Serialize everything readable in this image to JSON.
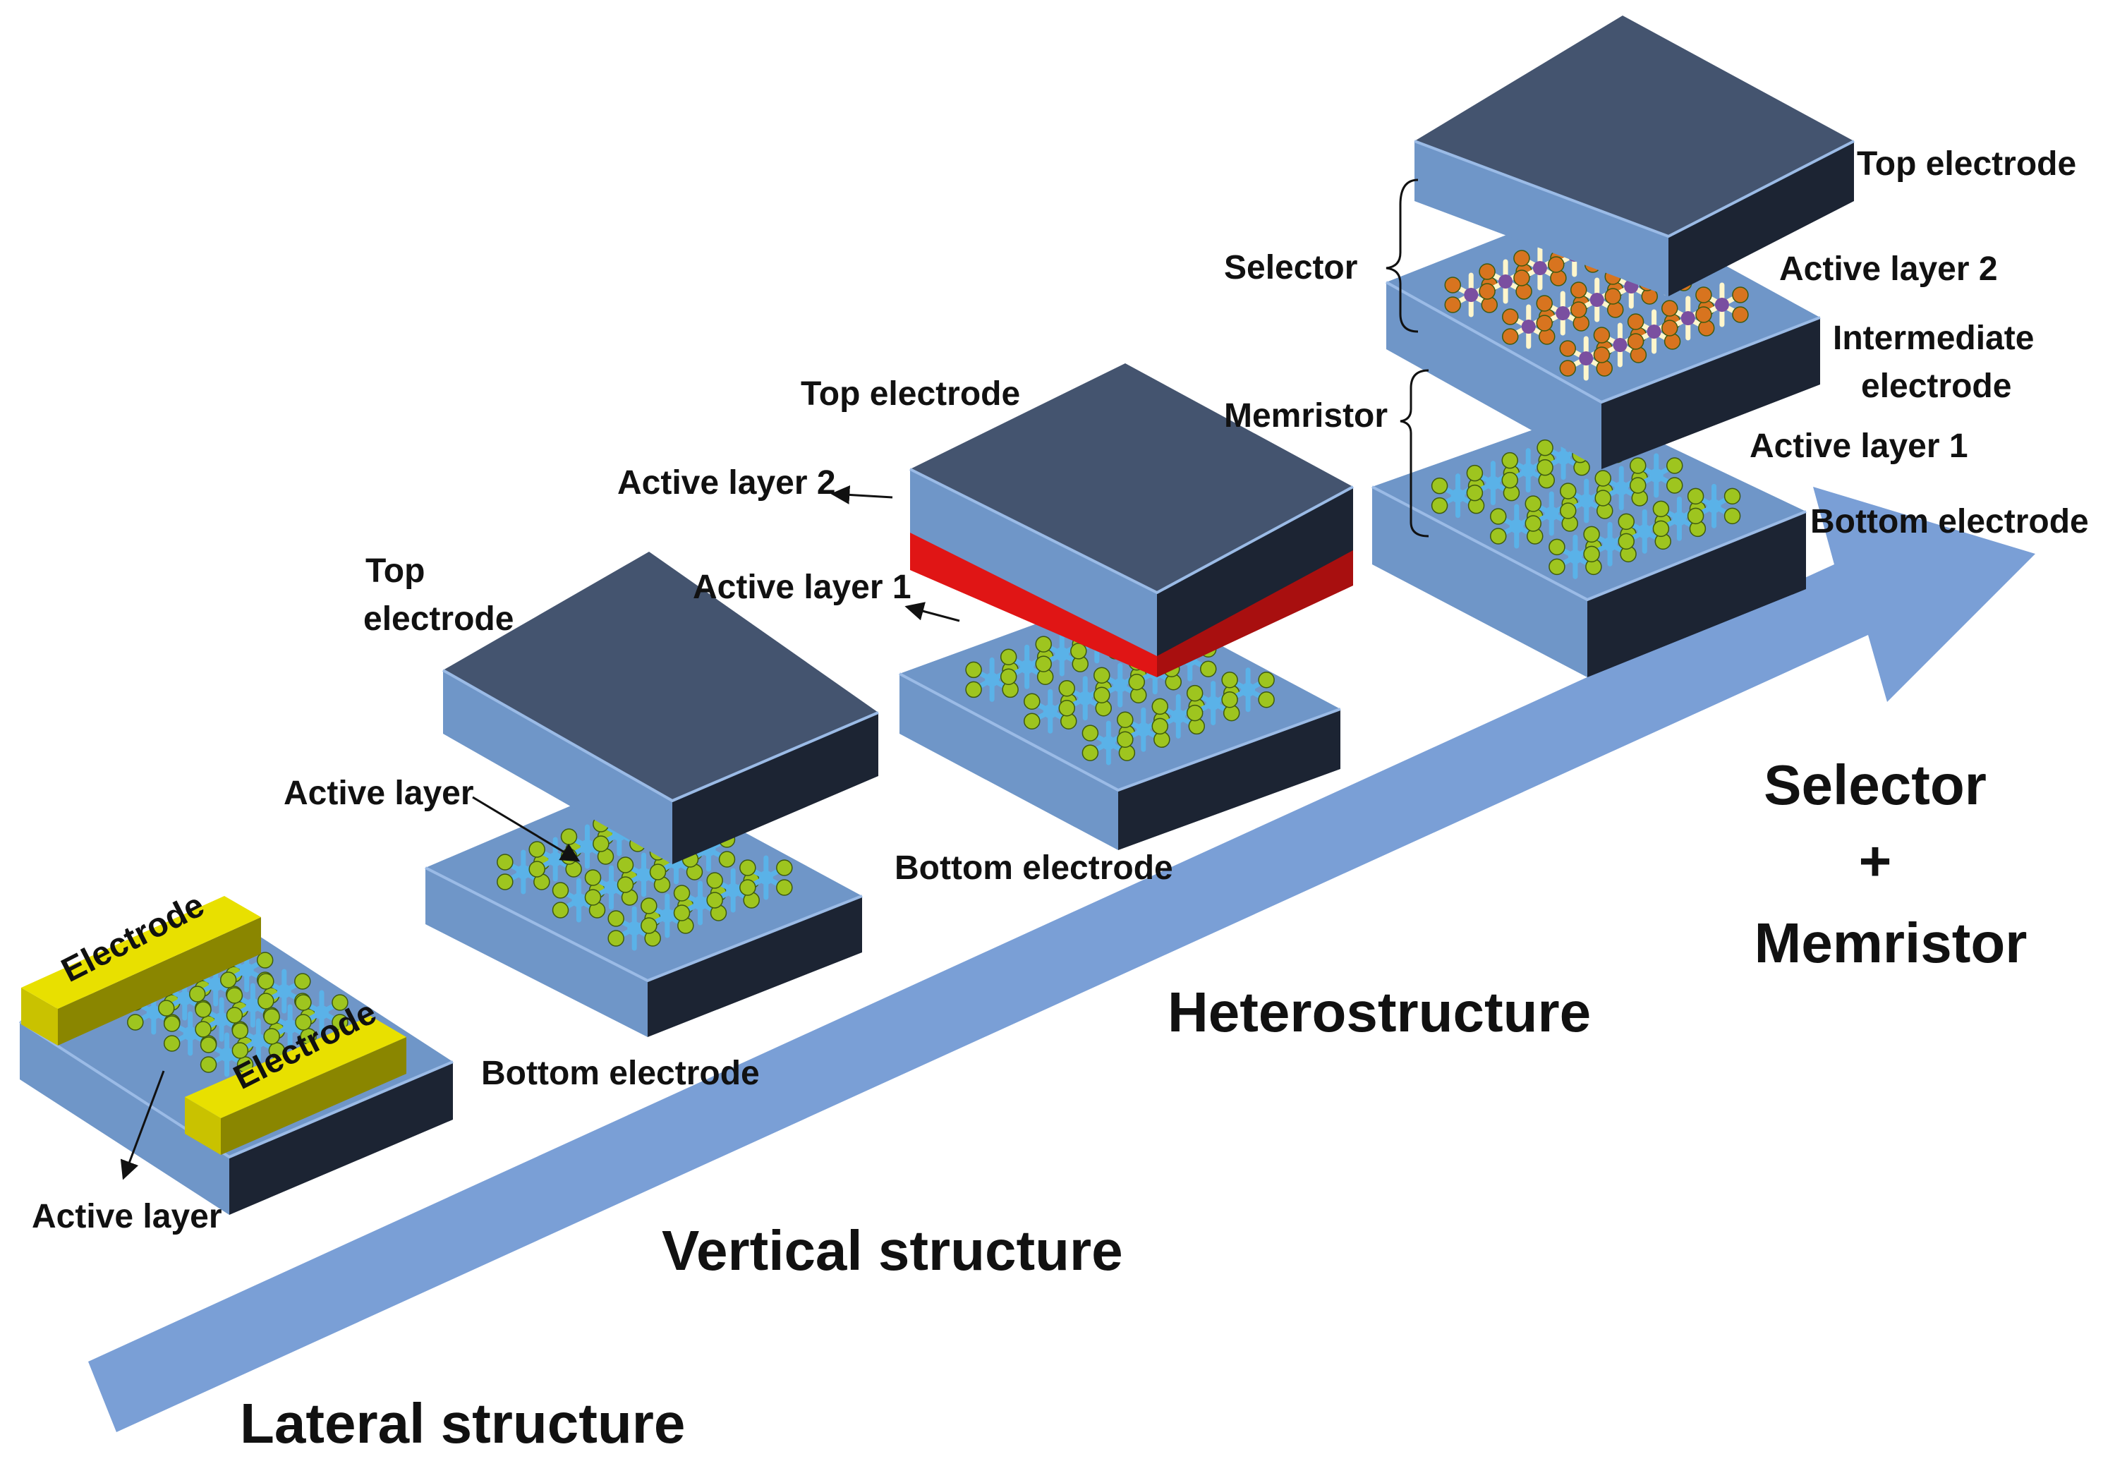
{
  "colors": {
    "plate_top": "#44546f",
    "plate_side": "#6f96c8",
    "plate_dark": "#1c2433",
    "arrow": "#7a9fd6",
    "electrode_yellow": "#e8e000",
    "active_red": "#e01515",
    "cluster_blue": "#5ab2e8",
    "atom_green": "#9ec51f",
    "atom_orange": "#d8741f",
    "atom_purple": "#7a4fa0"
  },
  "stages": {
    "lateral": {
      "title": "Lateral structure",
      "electrode_top": "Electrode",
      "electrode_bottom": "Electrode",
      "active_layer": "Active layer"
    },
    "vertical": {
      "title": "Vertical structure",
      "top_electrode_line1": "Top",
      "top_electrode_line2": "electrode",
      "active_layer": "Active layer",
      "bottom_electrode": "Bottom electrode"
    },
    "hetero": {
      "title": "Heterostructure",
      "top_electrode": "Top electrode",
      "active_layer_2": "Active layer 2",
      "active_layer_1": "Active layer 1",
      "bottom_electrode": "Bottom electrode"
    },
    "selector_memristor": {
      "title_line1": "Selector",
      "title_plus": "+",
      "title_line2": "Memristor",
      "selector": "Selector",
      "memristor": "Memristor",
      "top_electrode": "Top electrode",
      "active_layer_2": "Active layer 2",
      "intermediate_line1": "Intermediate",
      "intermediate_line2": "electrode",
      "active_layer_1": "Active layer 1",
      "bottom_electrode": "Bottom electrode"
    }
  }
}
